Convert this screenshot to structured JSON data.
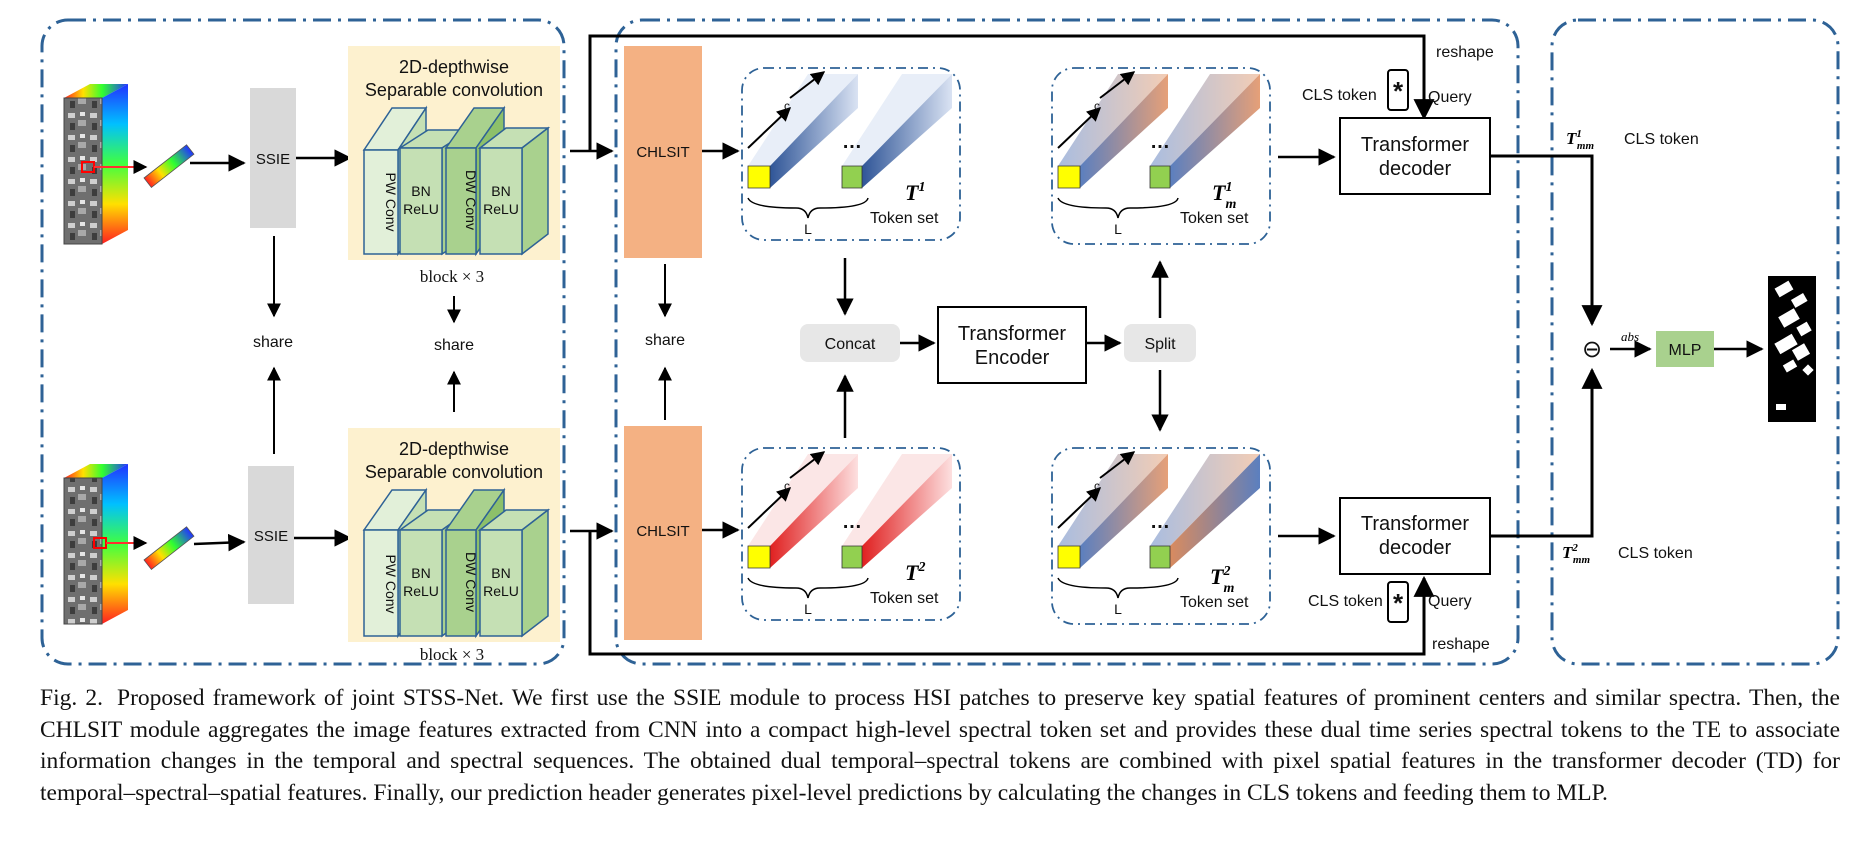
{
  "diagram": {
    "labels": {
      "ssie": "SSIE",
      "dsc_title_line1": "2D-depthwise",
      "dsc_title_line2": "Separable convolution",
      "pw_conv": "PW Conv",
      "bn": "BN",
      "relu": "ReLU",
      "dw_conv": "DW Conv",
      "block_repeat": "block × 3",
      "share": "share",
      "chlsit": "CHLSIT",
      "concat": "Concat",
      "te_line1": "Transformer",
      "te_line2": "Encoder",
      "split": "Split",
      "td_line1": "Transformer",
      "td_line2": "decoder",
      "token_set": "Token set",
      "L": "L",
      "c": "c",
      "ellipsis": "…",
      "T": "T",
      "sub_m": "m",
      "sub_mm": "mm",
      "sup_1": "1",
      "sup_2": "2",
      "cls_token": "CLS token",
      "star": "*",
      "query": "Query",
      "reshape": "reshape",
      "abs": "abs",
      "mlp": "MLP",
      "minus": "⊖"
    },
    "colors": {
      "panel_border": "#2e6296",
      "ssie_fill": "#d9d9d9",
      "dsc_bg": "#fdf1cf",
      "conv_light": "#e2f0d9",
      "conv_mid": "#c5e0b4",
      "conv_dark": "#a9d18e",
      "chlsit_fill": "#f4b183",
      "mlp_fill": "#a9d18e",
      "pill_fill": "#e7e7e7",
      "token_yellow": "#ffff00",
      "token_green": "#92d050",
      "token_blue": "#5b7fbf",
      "token_red": "#e04040",
      "token_orange": "#d98b5f"
    }
  },
  "caption": {
    "label": "Fig. 2.",
    "text": "Proposed framework of joint STSS-Net. We first use the SSIE module to process HSI patches to preserve key spatial features of prominent centers and similar spectra. Then, the CHLSIT module aggregates the image features extracted from CNN into a compact high-level spectral token set and provides these dual time series spectral tokens to the TE to associate information changes in the temporal and spectral sequences. The obtained dual temporal–spectral tokens are combined with pixel spatial features in the transformer decoder (TD) for temporal–spectral–spatial features. Finally, our prediction header generates pixel-level predictions by calculating the changes in CLS tokens and feeding them to MLP."
  }
}
